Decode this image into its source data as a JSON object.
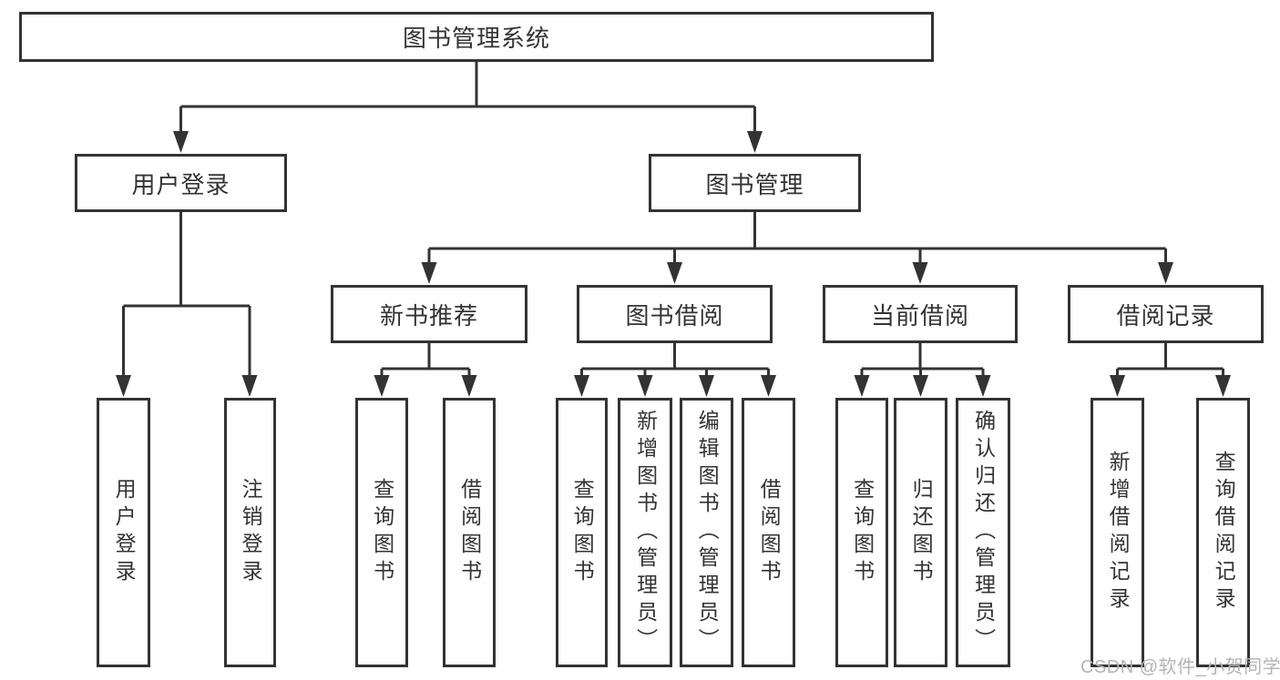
{
  "diagram": {
    "root": {
      "label": "图书管理系统",
      "children": [
        {
          "label": "用户登录",
          "children": [
            {
              "label": "用户登录"
            },
            {
              "label": "注销登录"
            }
          ]
        },
        {
          "label": "图书管理",
          "children": [
            {
              "label": "新书推荐",
              "children": [
                {
                  "label": "查询图书"
                },
                {
                  "label": "借阅图书"
                }
              ]
            },
            {
              "label": "图书借阅",
              "children": [
                {
                  "label": "查询图书"
                },
                {
                  "label": "新增图书（管理员）"
                },
                {
                  "label": "编辑图书（管理员）"
                },
                {
                  "label": "借阅图书"
                }
              ]
            },
            {
              "label": "当前借阅",
              "children": [
                {
                  "label": "查询图书"
                },
                {
                  "label": "归还图书"
                },
                {
                  "label": "确认归还（管理员）"
                }
              ]
            },
            {
              "label": "借阅记录",
              "children": [
                {
                  "label": "新增借阅记录"
                },
                {
                  "label": "查询借阅记录"
                }
              ]
            }
          ]
        }
      ]
    },
    "colors": {
      "line": "#333333",
      "box_border": "#333333",
      "box_fill": "#ffffff",
      "text": "#333333",
      "watermark": "#b4b4b4"
    }
  },
  "watermark": {
    "text": "CSDN @软件_小贺同学"
  }
}
